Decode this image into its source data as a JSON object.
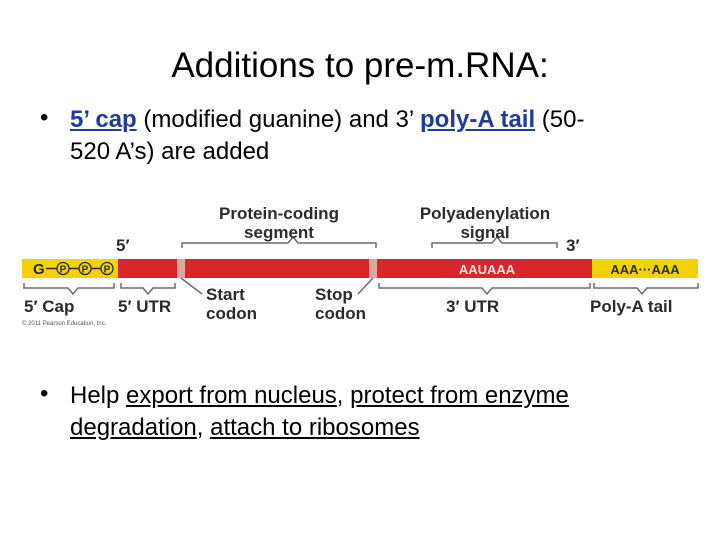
{
  "slide": {
    "title": "Additions to pre-m.RNA:",
    "bullet1": {
      "cap": "5’ cap",
      "text1": " (modified guanine) and 3’ ",
      "tail": "poly-A tail",
      "text2": " (50-",
      "line2": "520 A’s) are added"
    },
    "bullet2": {
      "l1_pre": "Help ",
      "export": "export from nucleus",
      "comma1": ", ",
      "protect": "protect from enzyme",
      "degradation": "degradation",
      "comma2": ", ",
      "attach": "attach to ribosomes"
    },
    "bullet_symbol": "•"
  },
  "diagram": {
    "labels": {
      "five_prime": "5′",
      "three_prime": "3′",
      "protein_coding_1": "Protein-coding",
      "protein_coding_2": "segment",
      "polyadenylation_1": "Polyadenylation",
      "polyadenylation_2": "signal",
      "five_cap": "5′ Cap",
      "five_utr": "5′ UTR",
      "start_1": "Start",
      "start_2": "codon",
      "stop_1": "Stop",
      "stop_2": "codon",
      "three_utr": "3′ UTR",
      "polya_tail": "Poly-A tail"
    },
    "strand": {
      "g": "G",
      "p": "P",
      "signal_seq": "AAUAAA",
      "tail_seq": "AAA···AAA"
    },
    "colors": {
      "cap_yellow": "#f2d300",
      "mrna_red": "#d9262d",
      "codon_box": "#d8a9a0",
      "bracket": "#6b6b6b"
    },
    "copyright": "© 2011 Pearson Education, Inc."
  }
}
